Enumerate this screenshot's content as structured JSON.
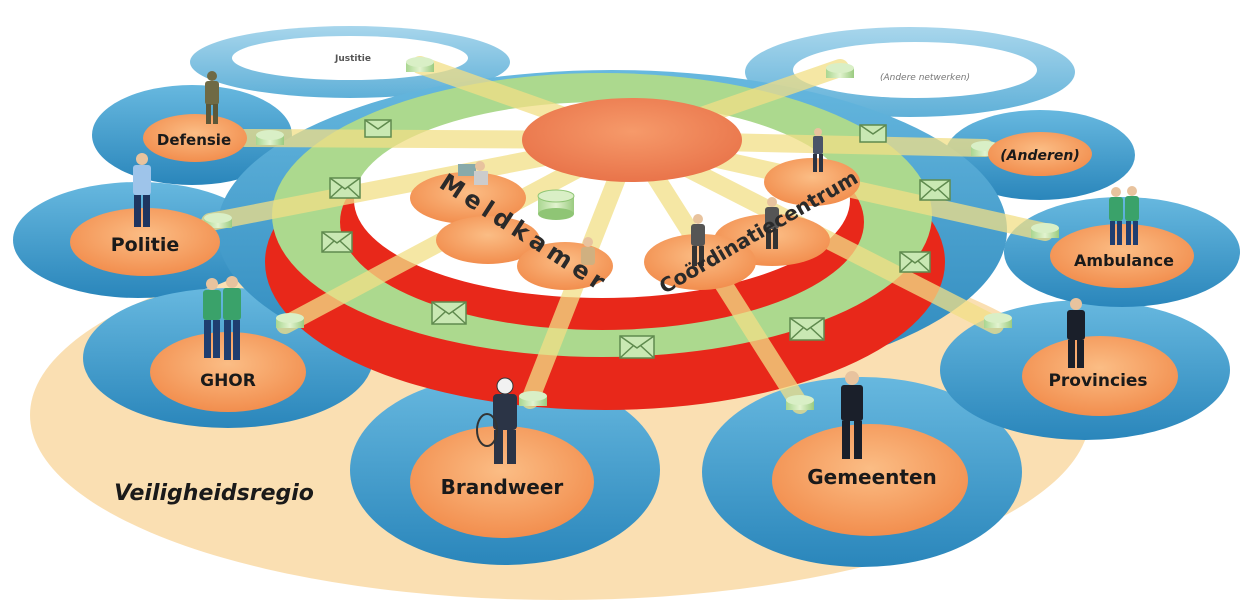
{
  "region_label": "Veiligheidsregio",
  "outer_networks": {
    "justitie": "Justitie",
    "andere_netwerken": "(Andere netwerken)"
  },
  "nodes": {
    "defensie": "Defensie",
    "politie": "Politie",
    "ghor": "GHOR",
    "brandweer": "Brandweer",
    "gemeenten": "Gemeenten",
    "provincies": "Provincies",
    "ambulance": "Ambulance",
    "anderen": "(Anderen)"
  },
  "center": {
    "meldkamer": "Meldkamer",
    "coordinatiecentrum": "Coördinatiecentrum"
  },
  "colors": {
    "region_fill": "#f8dcab",
    "blue_ring": "#3d9ac9",
    "blue_ring_light": "#7ec2e2",
    "orange_node": "#f6a262",
    "hub_orange": "#ef8452",
    "green_ring": "#a8d88a",
    "red_ring": "#e8281a",
    "spoke_yellow": "#f3e08c"
  }
}
